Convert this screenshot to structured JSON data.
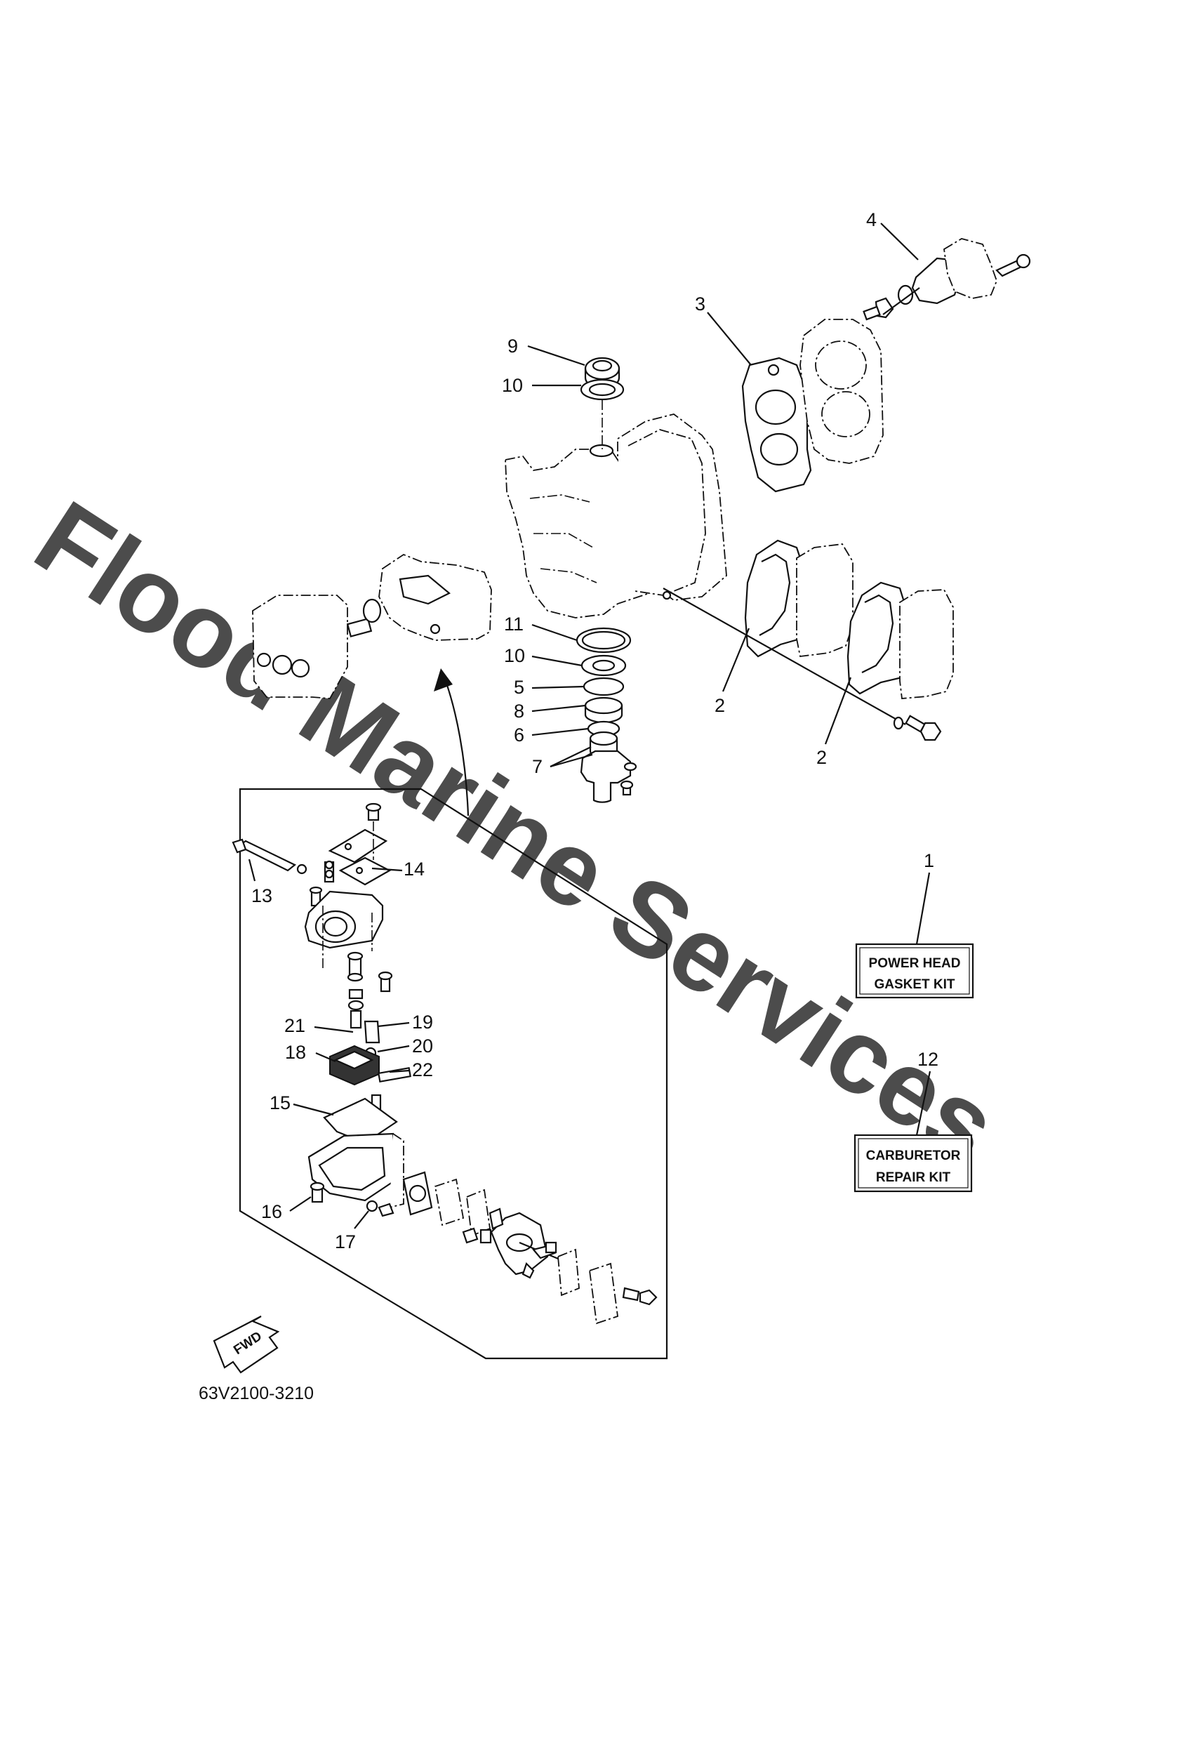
{
  "watermark": "Flood Marine Services",
  "part_number": "63V2100-3210",
  "fwd_label": "FWD",
  "kits": {
    "power_head": {
      "ref": "1",
      "line1": "POWER HEAD",
      "line2": "GASKET KIT"
    },
    "carburetor": {
      "ref": "12",
      "line1": "CARBURETOR",
      "line2": "REPAIR KIT"
    }
  },
  "callouts": {
    "c4": "4",
    "c3": "3",
    "c9": "9",
    "c10a": "10",
    "c11": "11",
    "c10b": "10",
    "c5": "5",
    "c8": "8",
    "c6": "6",
    "c7": "7",
    "c2a": "2",
    "c2b": "2",
    "c14": "14",
    "c13": "13",
    "c21": "21",
    "c19": "19",
    "c20": "20",
    "c18": "18",
    "c22": "22",
    "c15": "15",
    "c16": "16",
    "c17": "17"
  }
}
